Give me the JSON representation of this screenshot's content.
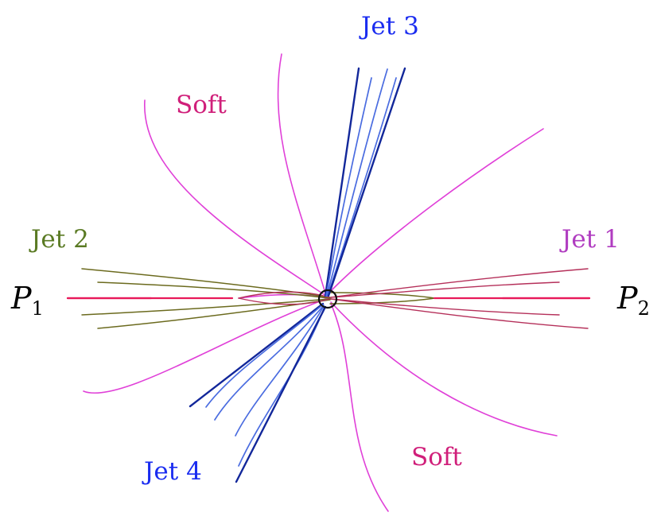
{
  "labels": {
    "jet1": "Jet 1",
    "jet2": "Jet 2",
    "jet3": "Jet 3",
    "jet4": "Jet 4",
    "soft_top": "Soft",
    "soft_bottom": "Soft",
    "beam1_base": "P",
    "beam1_sub": "1",
    "beam2_base": "P",
    "beam2_sub": "2"
  },
  "colors": {
    "beam": "#e8195a",
    "jet1": "#b03cc0",
    "jet1_lines": "#b5305a",
    "jet2": "#5a7a23",
    "jet2_lines": "#6b6a1e",
    "jet_blue": "#1a2cf0",
    "jet_blue_dark": "#12279a",
    "jet_blue_light": "#4a6ce0",
    "soft": "#e040d8",
    "soft_label": "#d01f7a",
    "vertex": "#111111",
    "text": "#000000"
  }
}
